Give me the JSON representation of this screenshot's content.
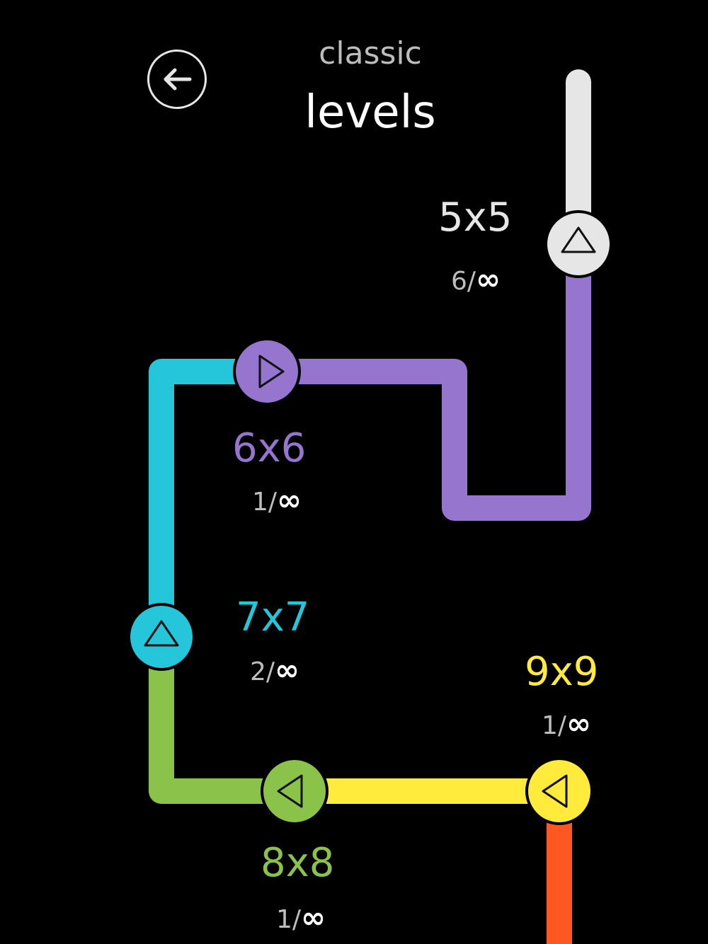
{
  "header": {
    "subtitle": "classic",
    "title": "levels"
  },
  "back_button": {
    "icon": "arrow-left-icon"
  },
  "levels": [
    {
      "size": "5x5",
      "progress": "6/",
      "total": "∞",
      "color": "#e6e6e6",
      "icon": "triangle-up-icon"
    },
    {
      "size": "6x6",
      "progress": "1/",
      "total": "∞",
      "color": "#9575cd",
      "icon": "triangle-right-icon"
    },
    {
      "size": "7x7",
      "progress": "2/",
      "total": "∞",
      "color": "#26c6da",
      "icon": "triangle-up-icon"
    },
    {
      "size": "8x8",
      "progress": "1/",
      "total": "∞",
      "color": "#8bc34a",
      "icon": "triangle-left-icon"
    },
    {
      "size": "9x9",
      "progress": "1/",
      "total": "∞",
      "color": "#ffeb3b",
      "icon": "triangle-left-icon"
    }
  ],
  "path_colors": {
    "next": "#ff5722"
  }
}
